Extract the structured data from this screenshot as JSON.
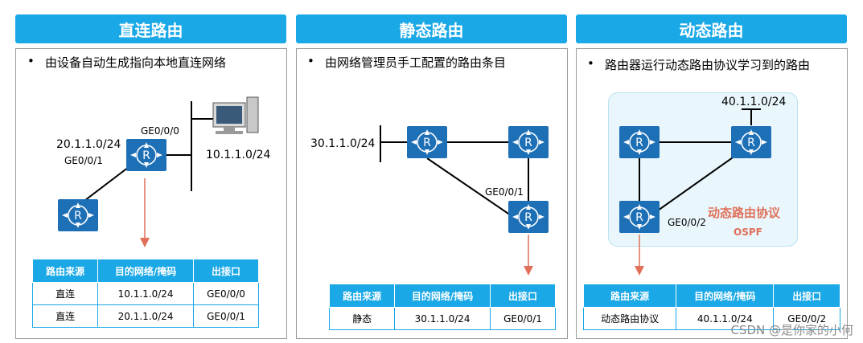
{
  "sections": [
    {
      "title": "直连路由",
      "bullet": "由设备自动生成指向本地直连网络",
      "labels": {
        "net_left": "20.1.1.0/24",
        "port_left": "GE0/0/1",
        "port_top": "GE0/0/0",
        "net_right": "10.1.1.0/24"
      },
      "table": {
        "headers": [
          "路由来源",
          "目的网络/掩码",
          "出接口"
        ],
        "rows": [
          [
            "直连",
            "10.1.1.0/24",
            "GE0/0/0"
          ],
          [
            "直连",
            "20.1.1.0/24",
            "GE0/0/1"
          ]
        ]
      }
    },
    {
      "title": "静态路由",
      "bullet": "由网络管理员手工配置的路由条目",
      "labels": {
        "net_left": "30.1.1.0/24",
        "port": "GE0/0/1"
      },
      "table": {
        "headers": [
          "路由来源",
          "目的网络/掩码",
          "出接口"
        ],
        "rows": [
          [
            "静态",
            "30.1.1.0/24",
            "GE0/0/1"
          ]
        ]
      }
    },
    {
      "title": "动态路由",
      "bullet": "路由器运行动态路由协议学习到的路由",
      "labels": {
        "net_top": "40.1.1.0/24",
        "port": "GE0/0/2",
        "protocol": "动态路由协议",
        "protocol_name": "OSPF"
      },
      "table": {
        "headers": [
          "路由来源",
          "目的网络/掩码",
          "出接口"
        ],
        "rows": [
          [
            "动态路由协议",
            "40.1.1.0/24",
            "GE0/0/2"
          ]
        ]
      }
    }
  ],
  "router_glyph": "R",
  "bullet_glyph": "•",
  "watermark": "CSDN @是你家的小何",
  "colors": {
    "header": "#1aa8e6",
    "router": "#1d6fb6",
    "arrow": "#e0705a",
    "ospf_bg": "#e9f6fb"
  }
}
